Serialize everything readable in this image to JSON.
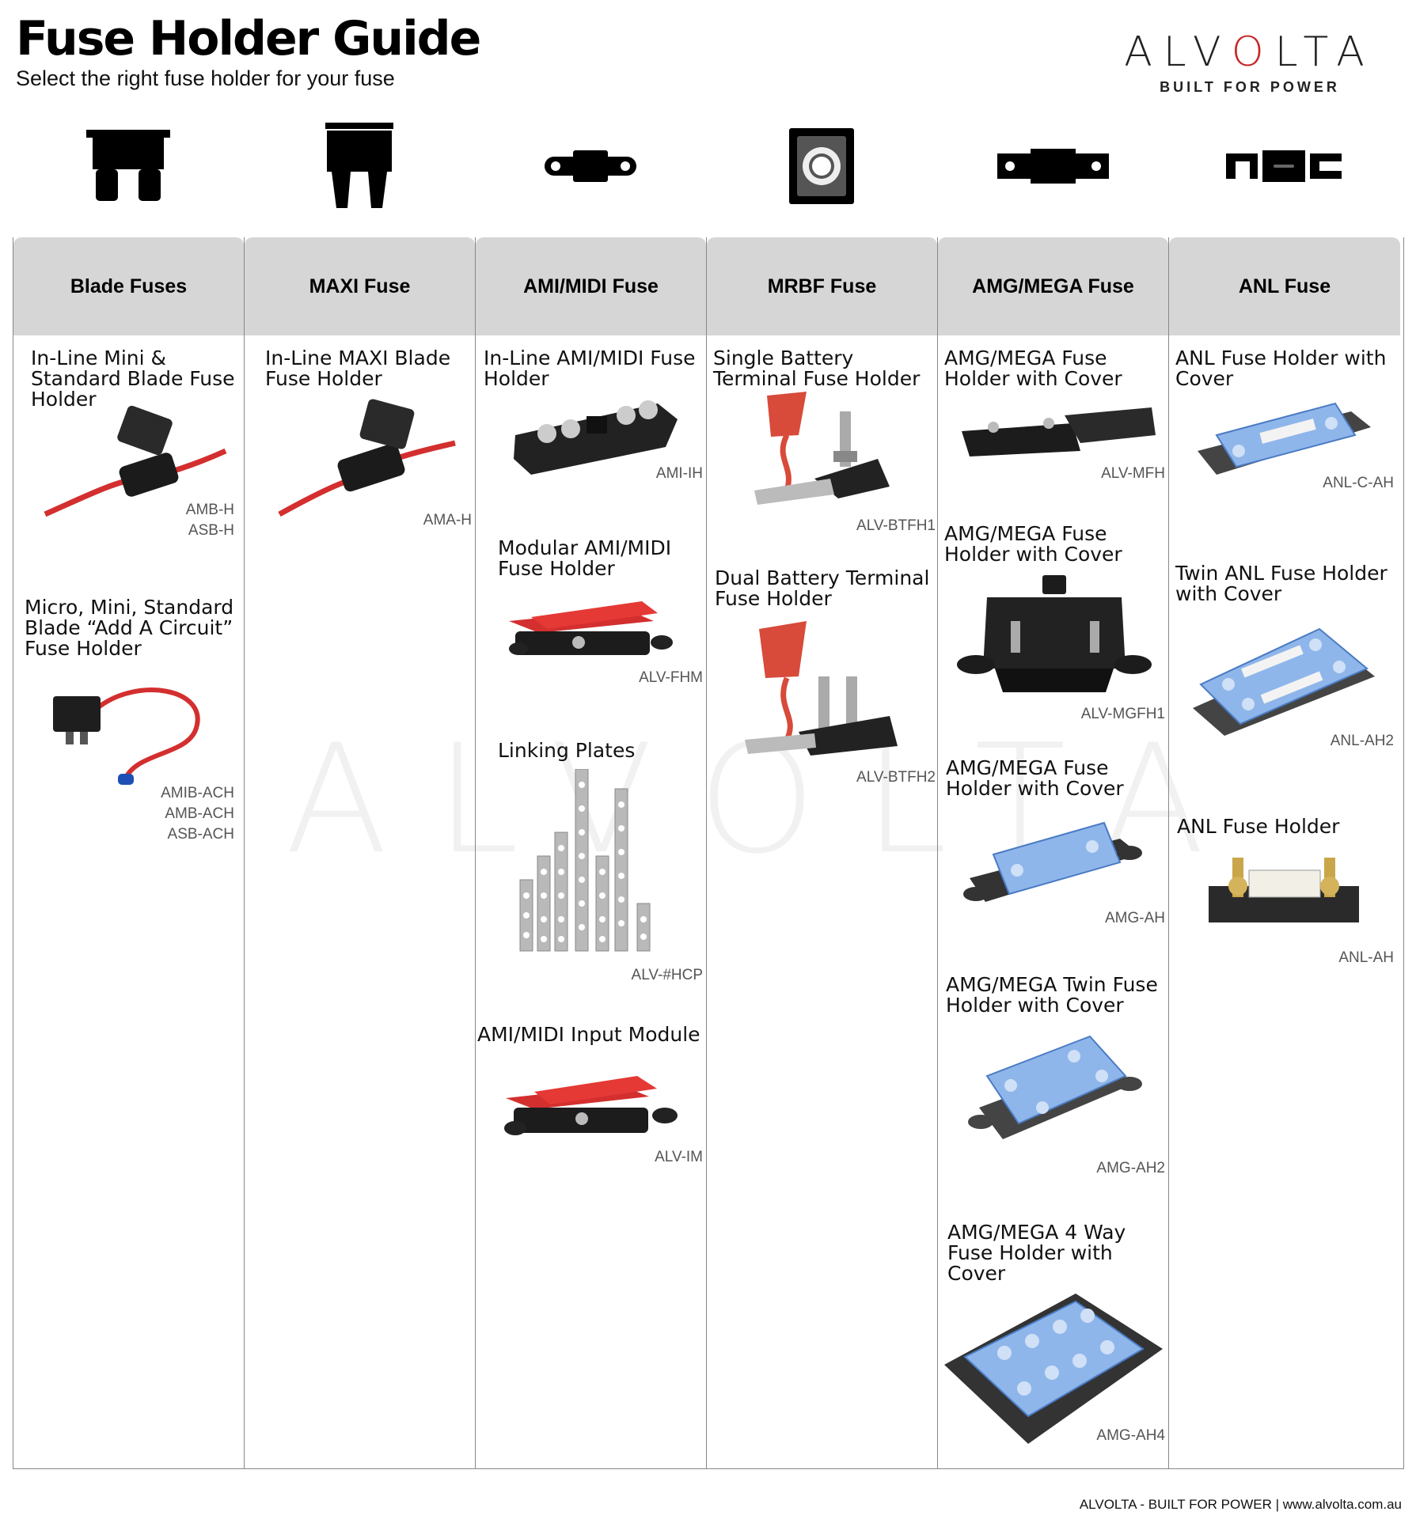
{
  "header": {
    "title": "Fuse Holder Guide",
    "subtitle": "Select the right fuse holder for your fuse"
  },
  "logo": {
    "word_left": "ALV",
    "word_o": "O",
    "word_right": "LTA",
    "tagline": "BUILT FOR POWER"
  },
  "watermark": "ALVOLTA",
  "columns": [
    {
      "heading": "Blade Fuses",
      "icon": "blade-fuse-icon",
      "items": [
        {
          "title": "In-Line Mini & Standard Blade Fuse Holder",
          "codes": [
            "AMB-H",
            "ASB-H"
          ]
        },
        {
          "title": "Micro, Mini, Standard Blade “Add A Circuit” Fuse Holder",
          "codes": [
            "AMIB-ACH",
            "AMB-ACH",
            "ASB-ACH"
          ]
        }
      ]
    },
    {
      "heading": "MAXI Fuse",
      "icon": "maxi-fuse-icon",
      "items": [
        {
          "title": "In-Line MAXI Blade Fuse Holder",
          "codes": [
            "AMA-H"
          ]
        }
      ]
    },
    {
      "heading": "AMI/MIDI Fuse",
      "icon": "ami-midi-fuse-icon",
      "items": [
        {
          "title": "In-Line AMI/MIDI Fuse Holder",
          "codes": [
            "AMI-IH"
          ]
        },
        {
          "title": "Modular AMI/MIDI Fuse Holder",
          "codes": [
            "ALV-FHM"
          ]
        },
        {
          "title": "Linking Plates",
          "codes": [
            "ALV-#HCP"
          ]
        },
        {
          "title": "AMI/MIDI Input Module",
          "codes": [
            "ALV-IM"
          ]
        }
      ]
    },
    {
      "heading": "MRBF Fuse",
      "icon": "mrbf-fuse-icon",
      "items": [
        {
          "title": "Single Battery Terminal Fuse Holder",
          "codes": [
            "ALV-BTFH1"
          ]
        },
        {
          "title": "Dual Battery Terminal Fuse Holder",
          "codes": [
            "ALV-BTFH2"
          ]
        }
      ]
    },
    {
      "heading": "AMG/MEGA Fuse",
      "icon": "amg-mega-fuse-icon",
      "items": [
        {
          "title": "AMG/MEGA Fuse Holder with Cover",
          "codes": [
            "ALV-MFH"
          ]
        },
        {
          "title": "AMG/MEGA Fuse Holder with Cover",
          "codes": [
            "ALV-MGFH1"
          ]
        },
        {
          "title": "AMG/MEGA Fuse Holder with Cover",
          "codes": [
            "AMG-AH"
          ]
        },
        {
          "title": "AMG/MEGA Twin Fuse Holder with Cover",
          "codes": [
            "AMG-AH2"
          ]
        },
        {
          "title": "AMG/MEGA 4 Way Fuse Holder with Cover",
          "codes": [
            "AMG-AH4"
          ]
        }
      ]
    },
    {
      "heading": "ANL Fuse",
      "icon": "anl-fuse-icon",
      "items": [
        {
          "title": "ANL Fuse Holder with Cover",
          "codes": [
            "ANL-C-AH"
          ]
        },
        {
          "title": "Twin ANL Fuse Holder with Cover",
          "codes": [
            "ANL-AH2"
          ]
        },
        {
          "title": "ANL Fuse Holder",
          "codes": [
            "ANL-AH"
          ]
        }
      ]
    }
  ],
  "footer": "ALVOLTA - BUILT FOR POWER | www.alvolta.com.au",
  "colors": {
    "header_bg": "#d6d6d6",
    "accent_red": "#c62828",
    "cover_blue": "#5b8fd6"
  }
}
